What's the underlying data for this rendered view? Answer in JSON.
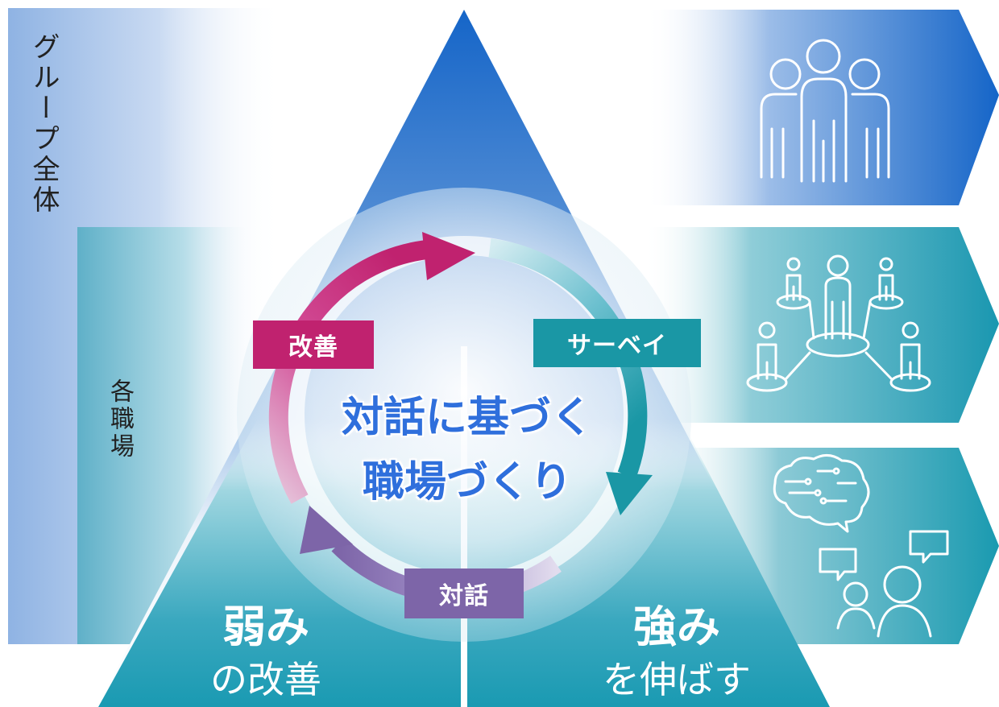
{
  "left_labels": {
    "group_wide": "グループ全体",
    "each_workplace": "各職場"
  },
  "cycle": {
    "improve": "改善",
    "survey": "サーベイ",
    "dialogue": "対話"
  },
  "center_title": {
    "line1": "対話に基づく",
    "line2": "職場づくり"
  },
  "bottom_left": {
    "main": "弱み",
    "sub": "の改善"
  },
  "bottom_right": {
    "main": "強み",
    "sub": "を伸ばす"
  },
  "icons": [
    "group-of-people-icon",
    "network-of-people-icon",
    "brain-circuit-icon",
    "people-conversation-icon"
  ],
  "colors": {
    "blue_deep": "#1565c8",
    "teal": "#1a97a5",
    "magenta": "#c0226f",
    "purple": "#7d65a8",
    "title_blue": "#2f6fdc"
  }
}
